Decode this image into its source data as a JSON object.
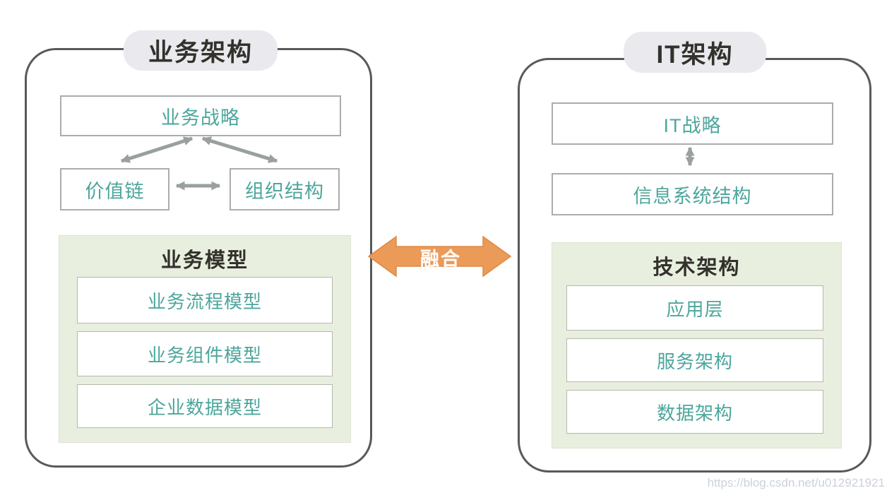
{
  "business": {
    "title": "业务架构",
    "strategy": "业务战略",
    "value_chain": "价值链",
    "org_structure": "组织结构",
    "model": {
      "title": "业务模型",
      "items": [
        "业务流程模型",
        "业务组件模型",
        "企业数据模型"
      ]
    }
  },
  "it": {
    "title": "IT架构",
    "strategy": "IT战略",
    "info_system": "信息系统结构",
    "tech": {
      "title": "技术架构",
      "items": [
        "应用层",
        "服务架构",
        "数据架构"
      ]
    }
  },
  "fusion": {
    "label": "融合"
  },
  "watermark": "https://blog.csdn.net/u012921921",
  "colors": {
    "teal_text": "#4da69c",
    "dark_title": "#33312c",
    "panel_border": "#58595b",
    "green_bg": "#e9efdf",
    "badge_bg": "#e9e9ee",
    "fusion_orange": "#eb9a58",
    "arrow_gray": "#9aa0a0",
    "watermark_gray": "#ccd1da"
  }
}
